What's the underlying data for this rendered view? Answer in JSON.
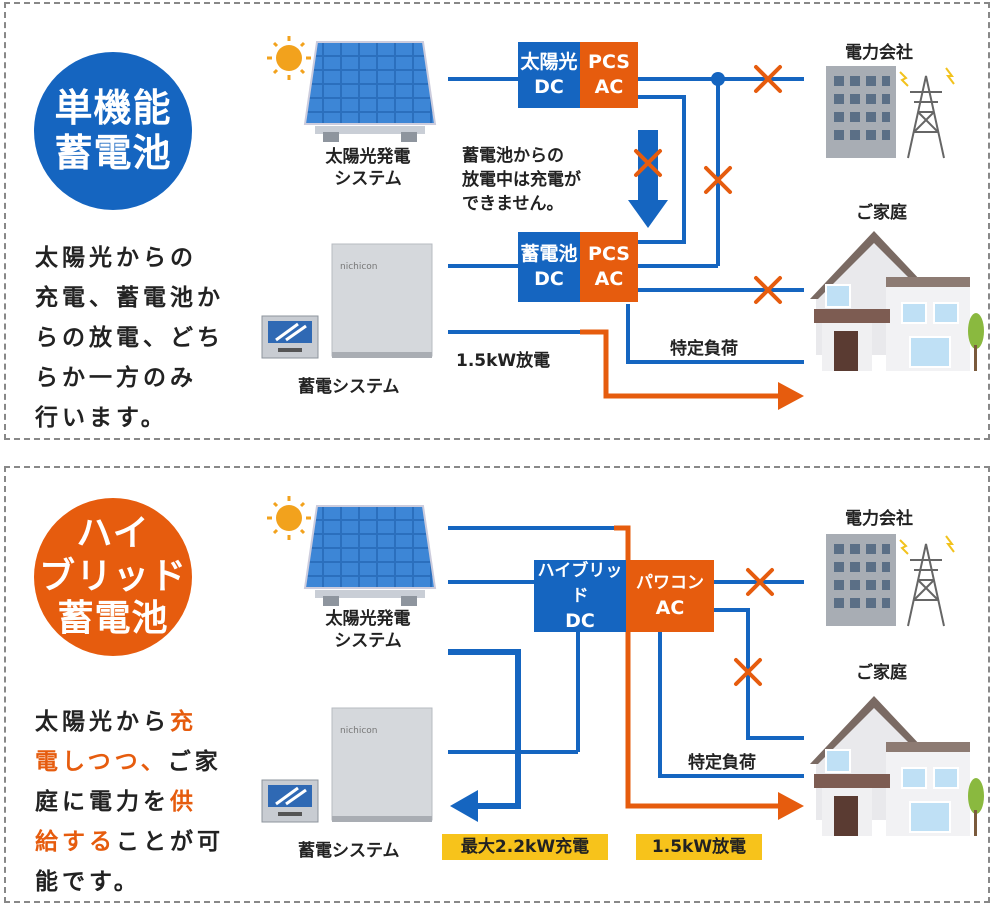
{
  "panel1": {
    "badge": [
      "単機能",
      "蓄電池"
    ],
    "description": [
      "太陽光からの",
      "充電、蓄電池か",
      "らの放電、どち",
      "らか一方のみ",
      "行います。"
    ],
    "solar_label": [
      "太陽光発電",
      "システム"
    ],
    "storage_label": "蓄電システム",
    "storage_brand": "nichicon",
    "solar_pcs": {
      "dc": [
        "太陽光",
        "DC"
      ],
      "ac": [
        "PCS",
        "AC"
      ]
    },
    "battery_pcs": {
      "dc": [
        "蓄電池",
        "DC"
      ],
      "ac": [
        "PCS",
        "AC"
      ]
    },
    "note": [
      "蓄電池からの",
      "放電中は充電が",
      "できません。"
    ],
    "utility_label": "電力会社",
    "home_label": "ご家庭",
    "specific_load": "特定負荷",
    "discharge": "1.5kW放電"
  },
  "panel2": {
    "badge": [
      "ハイ",
      "ブリッド",
      "蓄電池"
    ],
    "description": [
      [
        {
          "t": "太陽光から"
        },
        {
          "t": "充",
          "hl": true
        }
      ],
      [
        {
          "t": "電しつつ、",
          "hl": true
        },
        {
          "t": "ご家"
        }
      ],
      [
        {
          "t": "庭に電力を"
        },
        {
          "t": "供",
          "hl": true
        }
      ],
      [
        {
          "t": "給する",
          "hl": true
        },
        {
          "t": "ことが可"
        }
      ],
      [
        {
          "t": "能です。"
        }
      ]
    ],
    "solar_label": [
      "太陽光発電",
      "システム"
    ],
    "storage_label": "蓄電システム",
    "storage_brand": "nichicon",
    "hybrid_pcs": {
      "dc": [
        "ハイブリッド",
        "DC"
      ],
      "ac": [
        "パワコン",
        "AC"
      ]
    },
    "utility_label": "電力会社",
    "home_label": "ご家庭",
    "specific_load": "特定負荷",
    "charge": "最大2.2kW充電",
    "discharge": "1.5kW放電"
  },
  "colors": {
    "blue": "#1565c0",
    "orange": "#e65c0e",
    "yellow": "#f7c31b"
  }
}
